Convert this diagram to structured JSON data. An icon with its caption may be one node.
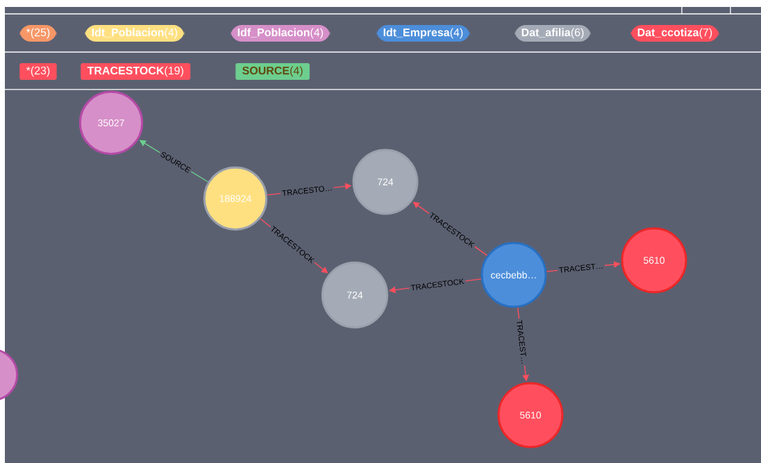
{
  "diagram": {
    "nodes": [
      {
        "text": [
          "35027"
        ]
      },
      {
        "text": [
          "188924"
        ]
      },
      {
        "text": [
          "724"
        ]
      },
      {
        "text": [
          "724"
        ]
      },
      {
        "text": [
          "cecbebb…"
        ]
      },
      {
        "text": [
          "5610"
        ]
      },
      {
        "text": [
          "5610"
        ]
      },
      {
        "text": [],
        "shape": "circle"
      }
    ],
    "edges": [
      {
        "from": 1,
        "to": 0,
        "arrow": "to",
        "label": "SOURCE",
        "color": "#6dce8e"
      },
      {
        "from": 1,
        "to": 2,
        "arrow": "to",
        "label": "TRACESTO…"
      },
      {
        "from": 1,
        "to": 3,
        "arrow": "to",
        "label": "TRACESTOCK"
      },
      {
        "from": 4,
        "to": 2,
        "arrow": "to",
        "label": "TRACESTOCK"
      },
      {
        "from": 4,
        "to": 3,
        "arrow": "to",
        "label": "TRACESTOCK"
      },
      {
        "from": 4,
        "to": 5,
        "arrow": "to",
        "label": "TRACEST…"
      },
      {
        "from": 4,
        "to": 6,
        "arrow": "to",
        "label": "TRACEST…"
      }
    ],
    "legend": [
      {
        "text": "*(25)",
        "color": "#f79767"
      },
      {
        "text": "**Idt_Poblacion**(4)",
        "color": "#ffe081"
      },
      {
        "text": "**Idf_Poblacion**(4)",
        "color": "#d68fc8"
      },
      {
        "text": "**Idt_Empresa**(4)",
        "color": "#4c8eda"
      },
      {
        "text": "**Dat_afilia**(6)",
        "color": "#a5abb6"
      },
      {
        "text": "**Dat_ccotiza**(7)",
        "color": "#ff4f5e"
      },
      {
        "text": "*(23)",
        "color": "#ff4f5e"
      },
      {
        "text": "**TRACESTOCK**(19)",
        "color": "#ff4f5e"
      },
      {
        "text": "**SOURCE**(4)",
        "color": "#6dce8e"
      }
    ]
  }
}
